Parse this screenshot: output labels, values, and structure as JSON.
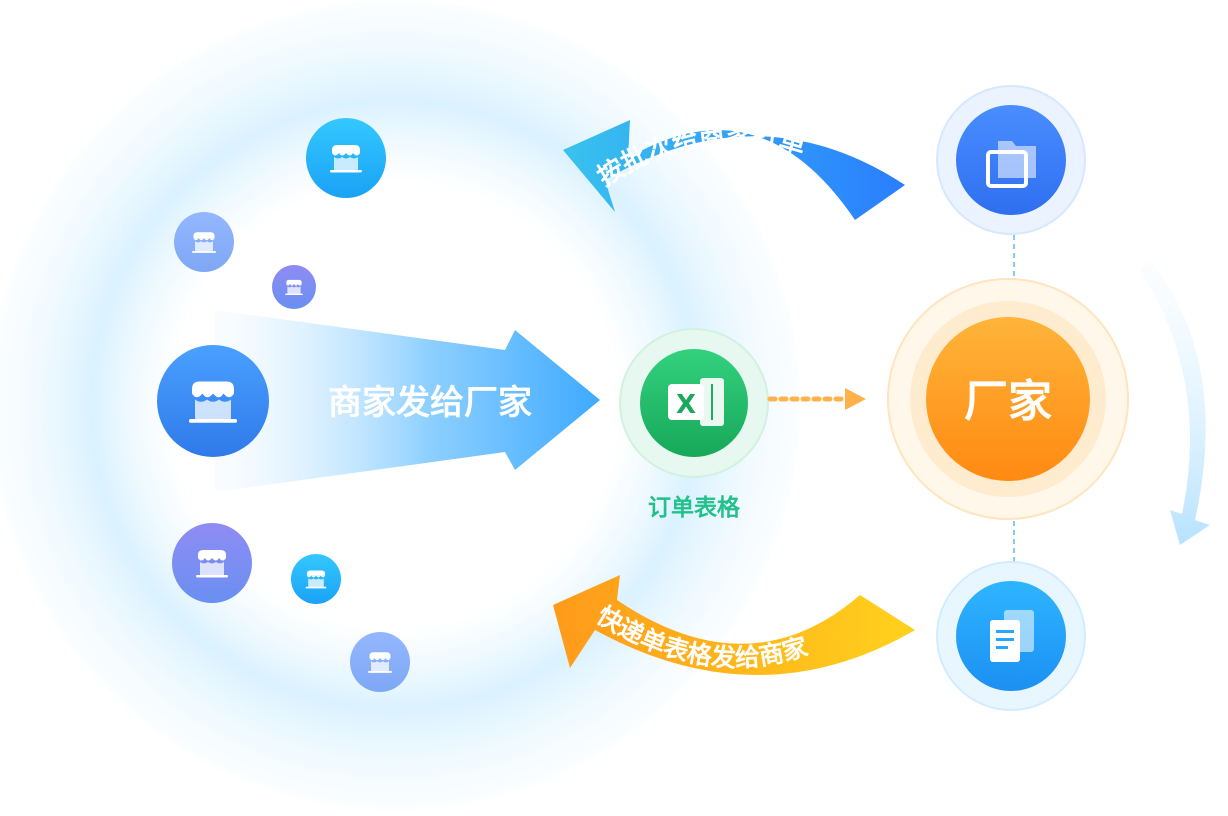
{
  "diagram": {
    "merchant_to_factory_label": "商家发给厂家",
    "order_sheet_label": "订单表格",
    "excel_glyph": "X",
    "factory_label": "厂家",
    "batch_print_label": "按批次给商家打单",
    "express_sheet_label": "快递单表格发给商家",
    "icons": {
      "merchant": "store-icon",
      "order_sheet": "excel-icon",
      "factory_top": "folder-copy-icon",
      "factory_bottom": "document-copy-icon"
    },
    "colors": {
      "blue_arrow": "#2aa6ff",
      "orange_arrow": "#ffa41a",
      "factory": "#ff9a1f",
      "excel": "#21b868",
      "order_label": "#22c08a"
    }
  }
}
